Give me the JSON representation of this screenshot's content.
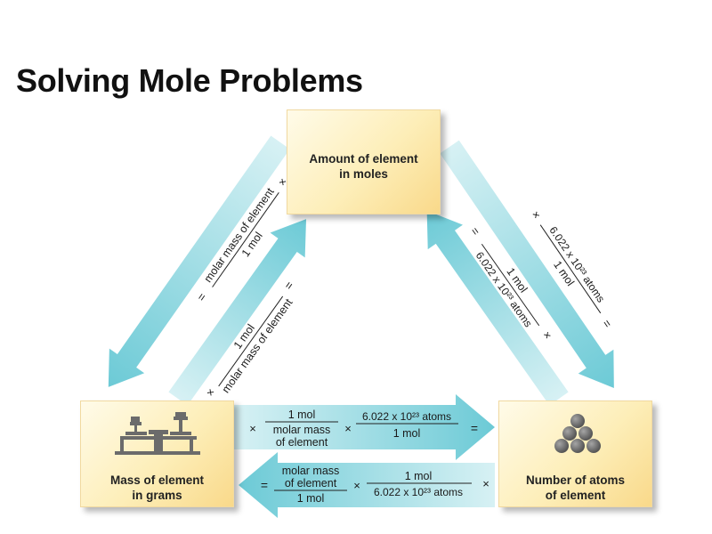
{
  "title": "Solving Mole Problems",
  "boxes": {
    "moles": [
      "Amount of element",
      "in moles"
    ],
    "mass": [
      "Mass of element",
      "in grams"
    ],
    "atoms": [
      "Number of atoms",
      "of element"
    ]
  },
  "conversions": {
    "mass_to_moles": {
      "numerator": "1 mol",
      "denominator": "molar mass of element",
      "times": "×",
      "equals": "="
    },
    "moles_to_mass": {
      "numerator": "molar mass of element",
      "denominator": "1 mol",
      "times": "×",
      "equals": "="
    },
    "moles_to_atoms": {
      "numerator": "6.022 x 10²³ atoms",
      "denominator": "1 mol",
      "times": "×",
      "equals": "="
    },
    "atoms_to_moles": {
      "numerator": "1 mol",
      "denominator": "6.022 x 10²³ atoms",
      "times": "×",
      "equals": "="
    },
    "mass_to_atoms": {
      "times": "×",
      "f1_numerator": "1 mol",
      "f1_denominator_1": "molar mass",
      "f1_denominator_2": "of element",
      "f2_numerator": "6.022 x 10²³ atoms",
      "f2_denominator": "1 mol",
      "equals": "="
    },
    "atoms_to_mass": {
      "equals": "=",
      "f1_numerator_1": "molar mass",
      "f1_numerator_2": "of element",
      "f1_denominator": "1 mol",
      "f2_numerator": "1 mol",
      "f2_denominator": "6.022 x 10²³ atoms",
      "times": "×"
    }
  },
  "colors": {
    "arrow": "#7fcfd9",
    "arrow_light": "#cdeef2",
    "box": "#fdeeb8",
    "icon": "#6b6b6b"
  },
  "icons": {
    "mass": "balance-scale-icon",
    "atoms": "atom-cluster-icon"
  }
}
